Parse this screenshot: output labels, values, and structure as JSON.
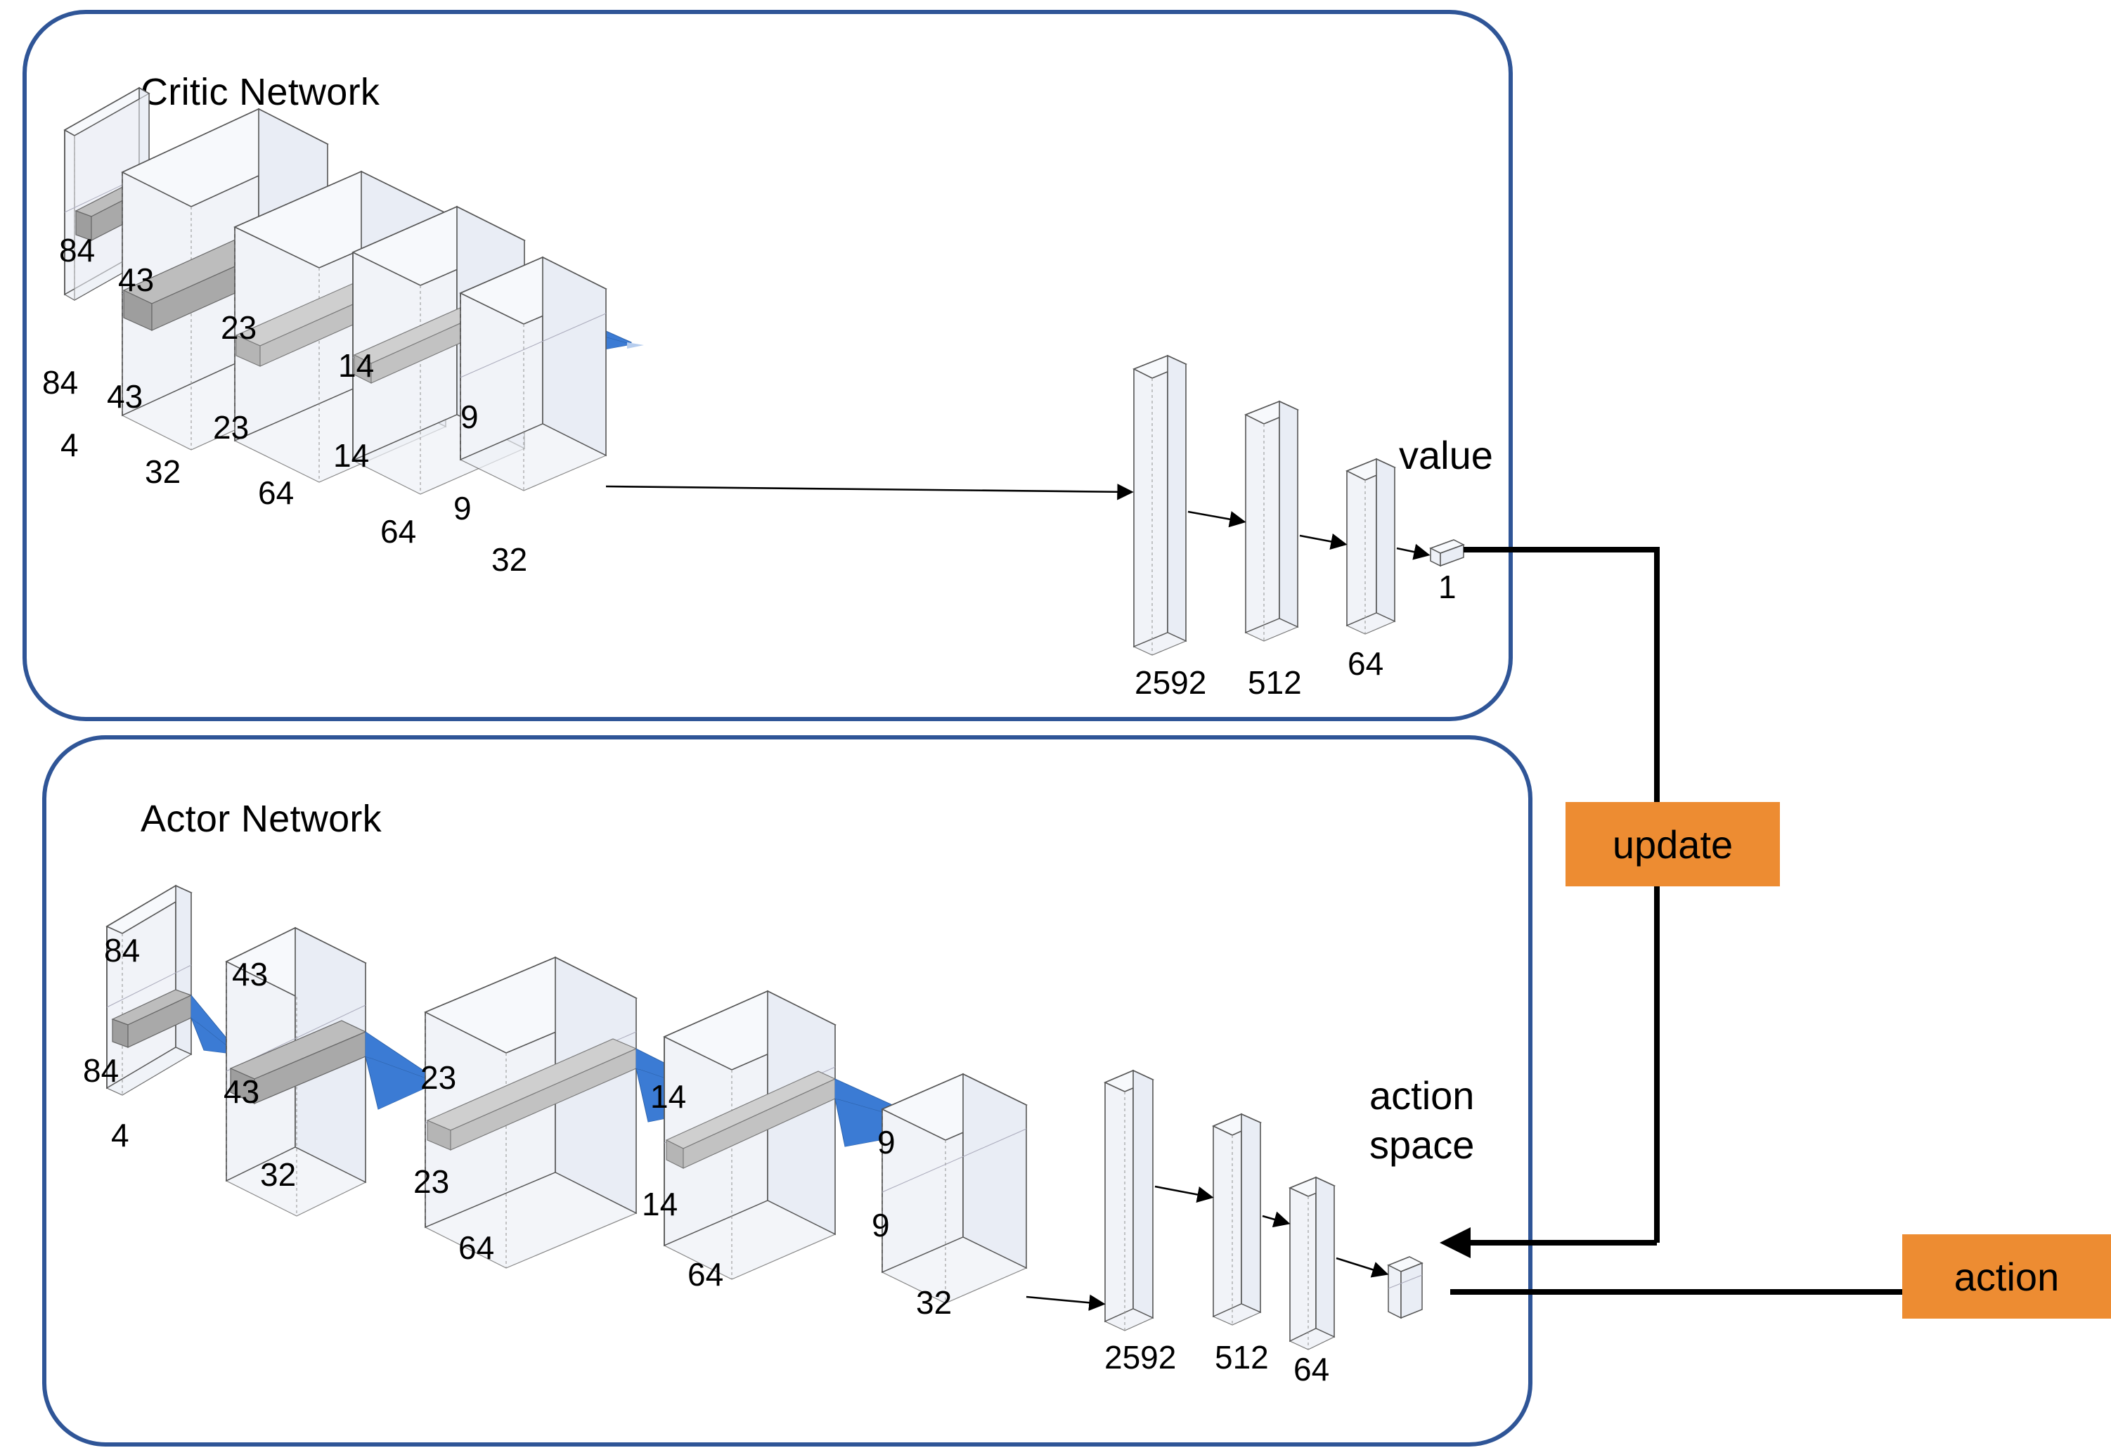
{
  "diagram": {
    "title_hidden": "",
    "colors": {
      "network_border": "#2f5597",
      "accent_box": "#ed8c32",
      "conv_kernel": "#9e9e9e",
      "conv_cone": "#3b7bd4",
      "volume_face": "#f1f3f8",
      "volume_edge": "#555555",
      "arrow": "#000000"
    }
  },
  "critic": {
    "title": "Critic Network",
    "conv_layers": [
      {
        "height": "84",
        "width": "84",
        "depth": "4"
      },
      {
        "height": "43",
        "width": "43",
        "depth": "32"
      },
      {
        "height": "23",
        "width": "23",
        "depth": "64"
      },
      {
        "height": "14",
        "width": "14",
        "depth": "64"
      },
      {
        "height": "9",
        "width": "9",
        "depth": "32"
      }
    ],
    "fc_layers": [
      {
        "size": "2592"
      },
      {
        "size": "512"
      },
      {
        "size": "64"
      },
      {
        "size": "1"
      }
    ],
    "output_label": "value"
  },
  "actor": {
    "title": "Actor Network",
    "conv_layers": [
      {
        "height": "84",
        "width": "84",
        "depth": "4"
      },
      {
        "height": "43",
        "width": "43",
        "depth": "32"
      },
      {
        "height": "23",
        "width": "23",
        "depth": "64"
      },
      {
        "height": "14",
        "width": "14",
        "depth": "64"
      },
      {
        "height": "9",
        "width": "9",
        "depth": "32"
      }
    ],
    "fc_layers": [
      {
        "size": "2592"
      },
      {
        "size": "512"
      },
      {
        "size": "64"
      }
    ],
    "output_label_line1": "action",
    "output_label_line2": "space"
  },
  "flow": {
    "update_label": "update",
    "action_label": "action"
  }
}
